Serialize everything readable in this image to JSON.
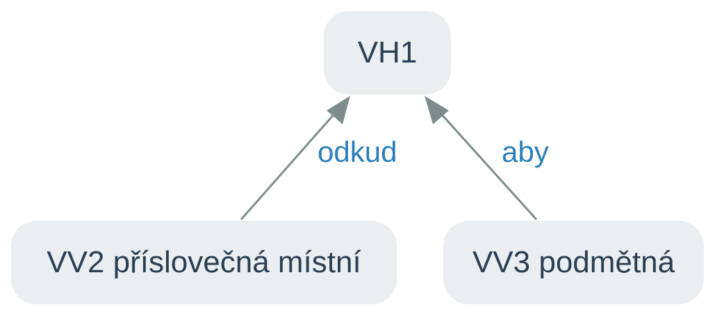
{
  "nodes": {
    "vh1": "VH1",
    "vv2": "VV2 příslovečná místní",
    "vv3": "VV3 podmětná"
  },
  "edges": {
    "vv2_to_vh1": "odkud",
    "vv3_to_vh1": "aby"
  },
  "colors": {
    "node_fill": "#ebeef0",
    "node_text": "#2c3e50",
    "edge_line": "#7f8c8d",
    "edge_label": "#2a7fba"
  }
}
